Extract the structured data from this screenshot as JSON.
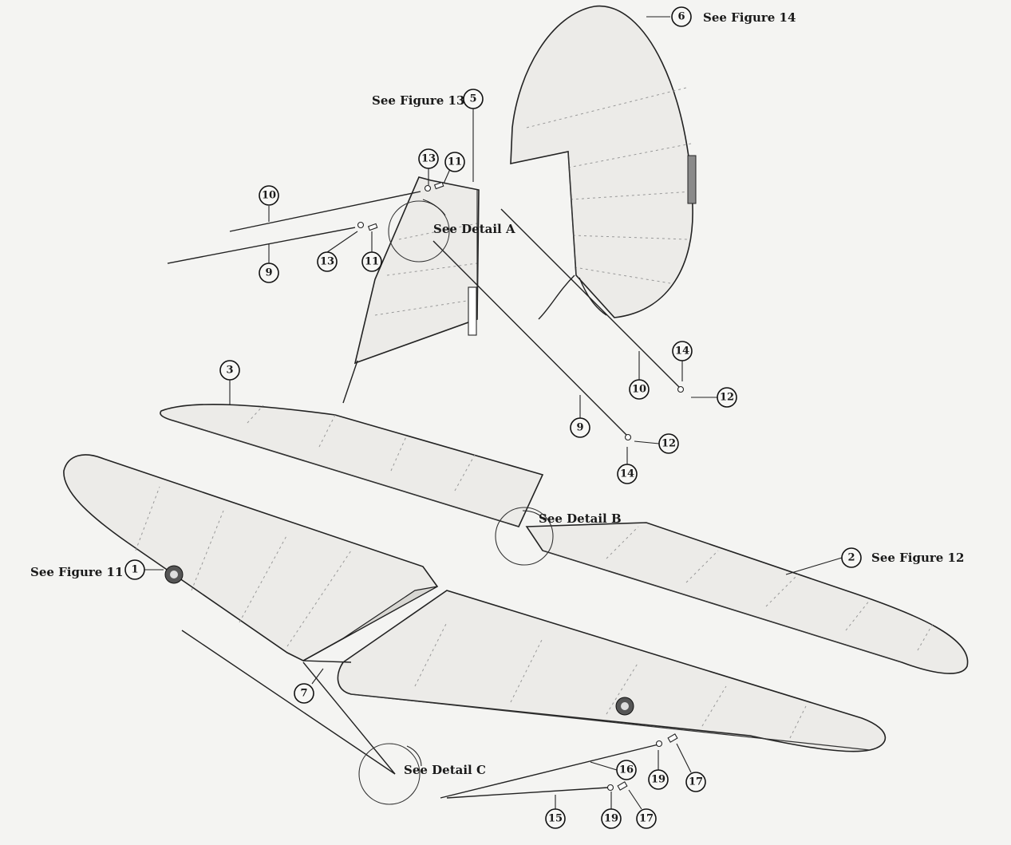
{
  "references": {
    "fig14": "See Figure 14",
    "fig13": "See Figure 13",
    "fig11": "See Figure 11",
    "fig12": "See Figure 12",
    "detailA": "See Detail A",
    "detailB": "See Detail B",
    "detailC": "See Detail C"
  },
  "callouts": {
    "c1": "1",
    "c2": "2",
    "c3": "3",
    "c5": "5",
    "c6": "6",
    "c7": "7",
    "c9a": "9",
    "c9b": "9",
    "c10a": "10",
    "c10b": "10",
    "c11a": "11",
    "c11b": "11",
    "c12a": "12",
    "c12b": "12",
    "c13a": "13",
    "c13b": "13",
    "c14a": "14",
    "c14b": "14",
    "c15": "15",
    "c16": "16",
    "c17a": "17",
    "c17b": "17",
    "c19a": "19",
    "c19b": "19"
  }
}
